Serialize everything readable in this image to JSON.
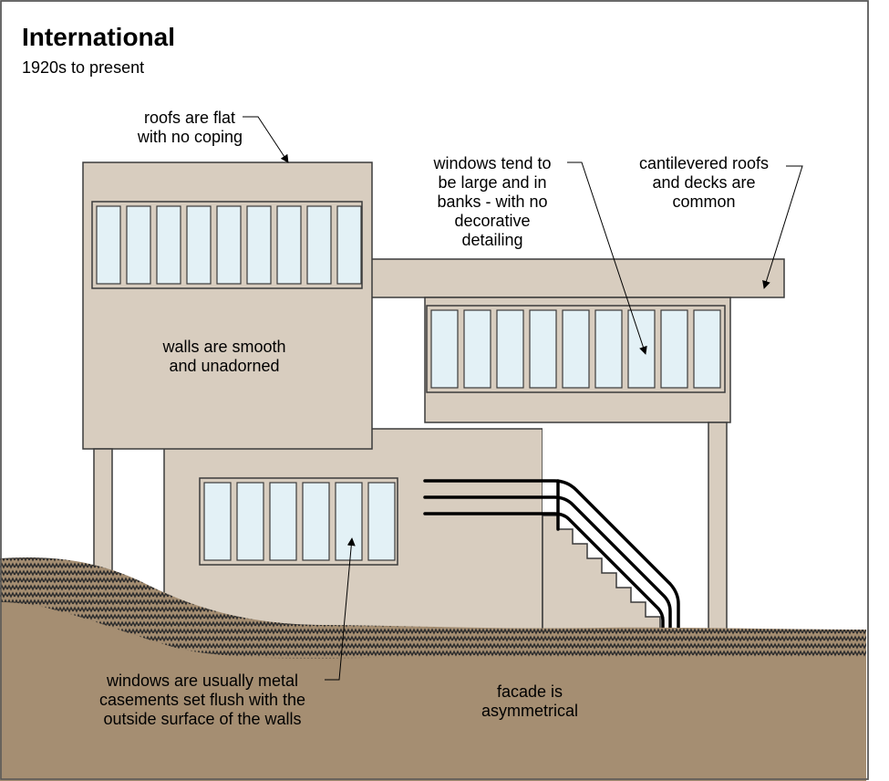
{
  "title": "International",
  "subtitle": "1920s to present",
  "colors": {
    "wall": "#d8cdbf",
    "outline": "#3b3b3b",
    "glass": "#e3f1f6",
    "ground": "#a58e72",
    "ground_texture": "#2d2d2d",
    "sky": "#ffffff",
    "rail": "#000000"
  },
  "annotations": {
    "roofs": [
      "roofs are flat",
      "with no coping"
    ],
    "windows_banks": [
      "windows tend to",
      "be large and in",
      "banks - with no",
      "decorative",
      "detailing"
    ],
    "cantilever": [
      "cantilevered roofs",
      "and decks are",
      "common"
    ],
    "walls": [
      "walls are smooth",
      "and unadorned"
    ],
    "casements": [
      "windows are usually metal",
      "casements set flush with the",
      "outside surface of the walls"
    ],
    "facade": [
      "facade is",
      "asymmetrical"
    ]
  }
}
